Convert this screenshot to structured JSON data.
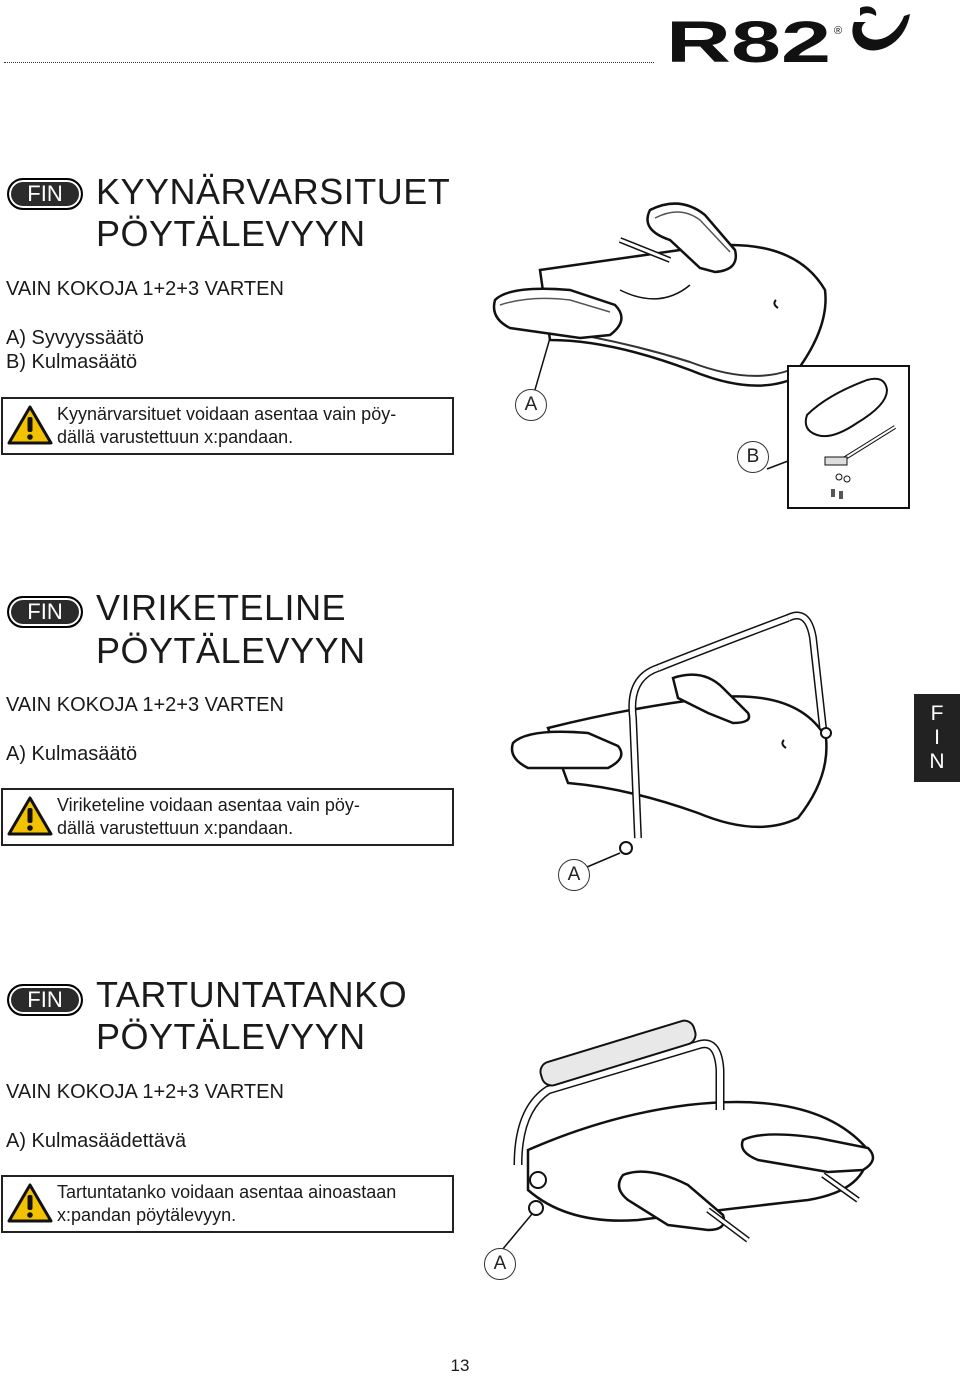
{
  "header": {
    "brand": "R82",
    "brand_mark": "®"
  },
  "side_tab": {
    "letters": [
      "F",
      "I",
      "N"
    ]
  },
  "sections": [
    {
      "lang": "FIN",
      "title_line1": "KYYNÄRVARSITUET",
      "title_line2": "PÖYTÄLEVYYN",
      "sizes": "VAIN KOKOJA 1+2+3 VARTEN",
      "items": [
        "A) Syvyyssäätö",
        "B) Kulmasäätö"
      ],
      "warning_line1": "Kyynärvarsituet voidaan asentaa vain pöy-",
      "warning_line2": "dällä varustettuun x:pandaan.",
      "callouts": [
        "A",
        "B"
      ]
    },
    {
      "lang": "FIN",
      "title_line1": "VIRIKETELINE",
      "title_line2": "PÖYTÄLEVYYN",
      "sizes": "VAIN KOKOJA 1+2+3 VARTEN",
      "items": [
        "A) Kulmasäätö"
      ],
      "warning_line1": "Viriketeline voidaan asentaa vain pöy-",
      "warning_line2": "dällä varustettuun x:pandaan.",
      "callouts": [
        "A"
      ]
    },
    {
      "lang": "FIN",
      "title_line1": "TARTUNTATANKO",
      "title_line2": "PÖYTÄLEVYYN",
      "sizes": "VAIN KOKOJA 1+2+3 VARTEN",
      "items": [
        "A) Kulmasäädettävä"
      ],
      "warning_line1": "Tartuntatanko voidaan asentaa ainoastaan",
      "warning_line2": "x:pandan pöytälevyyn.",
      "callouts": [
        "A"
      ]
    }
  ],
  "footer": {
    "page_number": "13"
  }
}
